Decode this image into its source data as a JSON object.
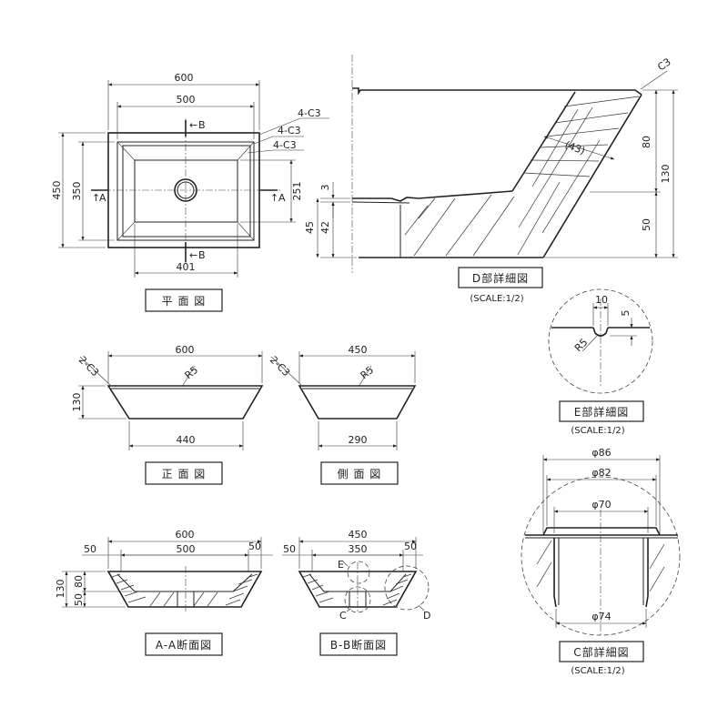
{
  "titles": {
    "plan": "平 面 図",
    "front": "正 面 図",
    "side": "側 面 図",
    "sec_a": "A-A断面図",
    "sec_b": "B-B断面図",
    "det_d": "D部詳細図",
    "det_e": "E部詳細図",
    "det_c": "C部詳細図"
  },
  "scale_note": "(SCALE:1/2)",
  "plan": {
    "w_outer": "600",
    "w_inner": "500",
    "w_bottom": "401",
    "h_outer": "450",
    "h_inner": "350",
    "h_251": "251",
    "c3_1": "4-C3",
    "c3_2": "4-C3",
    "c3_3": "4-C3",
    "sec_a": "A",
    "sec_b": "B"
  },
  "front": {
    "w_top": "600",
    "w_bot": "440",
    "h": "130",
    "r": "R5",
    "c": "2-C3"
  },
  "side": {
    "w_top": "450",
    "w_bot": "290",
    "r": "R5",
    "c": "2-C3"
  },
  "sec_a_dims": {
    "w_top": "600",
    "w_in": "500",
    "l50": "50",
    "r50": "50",
    "h130": "130",
    "h80": "80",
    "h50": "50"
  },
  "sec_b_dims": {
    "w_top": "450",
    "w_in": "350",
    "l50": "50",
    "r50": "50",
    "e": "E",
    "c": "C",
    "d": "D"
  },
  "det_d_dims": {
    "c3": "C3",
    "d43": "(43)",
    "h80": "80",
    "h130": "130",
    "h50": "50",
    "h3": "3",
    "h42": "42",
    "h45": "45"
  },
  "det_e_dims": {
    "w10": "10",
    "h5": "5",
    "r5": "R5"
  },
  "det_c_dims": {
    "d86": "φ86",
    "d82": "φ82",
    "d70": "φ70",
    "d74": "φ74"
  }
}
